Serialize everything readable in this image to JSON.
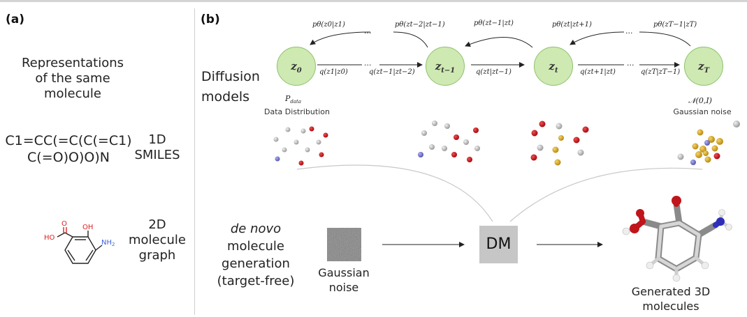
{
  "panel_a": {
    "label": "(a)",
    "heading": [
      "Representations",
      "of the same",
      "molecule"
    ],
    "smiles": [
      "C1=CC(=C(C(=C1)",
      "C(=O)O)O)N"
    ],
    "smiles_type": [
      "1D",
      "SMILES"
    ],
    "graph_atoms": {
      "o_top": "O",
      "oh": "OH",
      "ho": "HO",
      "nh2": "NH",
      "nh2_sub": "2"
    },
    "graph_type": [
      "2D",
      "molecule",
      "graph"
    ]
  },
  "panel_b": {
    "label": "(b)",
    "diffusion_title": [
      "Diffusion",
      "models"
    ],
    "nodes": [
      {
        "main": "z",
        "sub": "0"
      },
      {
        "main": "z",
        "sub": "t−1"
      },
      {
        "main": "z",
        "sub": "t"
      },
      {
        "main": "z",
        "sub": "T"
      }
    ],
    "reverse_labels": [
      "pθ(z0|z1)",
      "pθ(zt−2|zt−1)",
      "pθ(zt−1|zt)",
      "pθ(zt|zt+1)",
      "pθ(zT−1|zT)"
    ],
    "forward_labels": [
      "q(z1|z0)",
      "q(zt−1|zt−2)",
      "q(zt|zt−1)",
      "q(zt+1|zt)",
      "q(zT|zT−1)"
    ],
    "ellipsis": "...",
    "p_data": "P",
    "p_data_sub": "data",
    "data_distribution": "Data Distribution",
    "normal": "𝒩(0,I)",
    "gaussian_noise_top": "Gaussian noise",
    "generation_text": [
      "de novo",
      "molecule",
      "generation",
      "(target-free)"
    ],
    "gaussian_noise_bottom": [
      "Gaussian",
      "noise"
    ],
    "dm": "DM",
    "generated": [
      "Generated 3D",
      "molecules"
    ]
  },
  "colors": {
    "node_fill": "#cfe9b3",
    "node_border": "#8cc26b",
    "red_atom": "#c0151b",
    "gray_atom": "#a9a9a9",
    "blue_atom": "#6f6fc8",
    "gold_atom": "#d4a017",
    "oxygen_text": "#e02020",
    "nitrogen_text": "#4060e0"
  }
}
